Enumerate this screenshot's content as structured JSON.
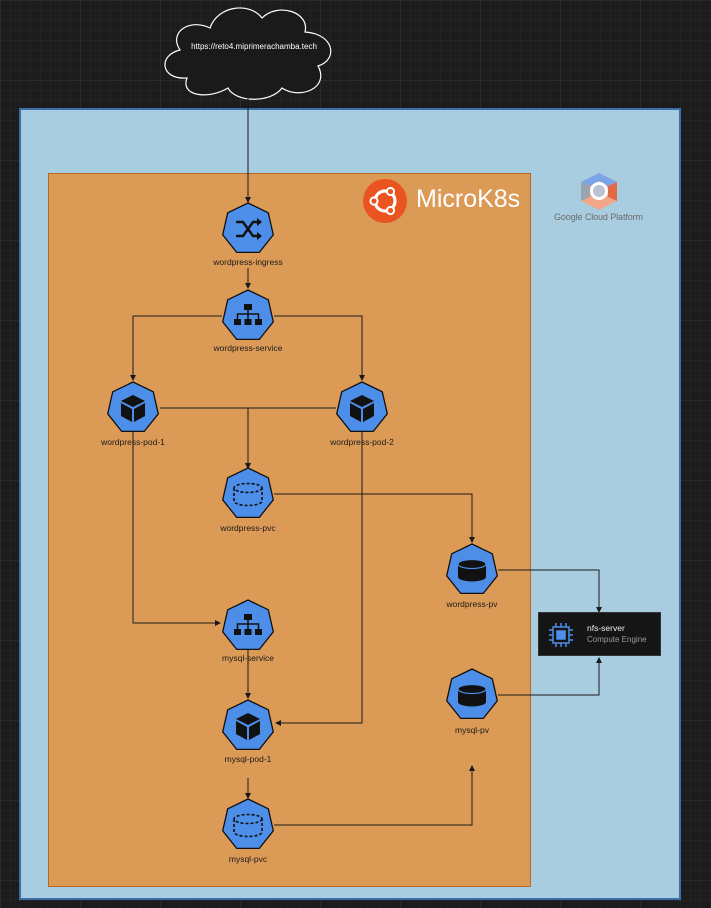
{
  "cloud": {
    "url": "https://reto4.miprimerachamba.tech"
  },
  "platform": {
    "name": "Google Cloud Platform"
  },
  "cluster": {
    "title": "MicroK8s"
  },
  "nodes": {
    "wordpress_ingress": "wordpress-ingress",
    "wordpress_service": "wordpress-service",
    "wordpress_pod_1": "wordpress-pod-1",
    "wordpress_pod_2": "wordpress-pod-2",
    "wordpress_pvc": "wordpress-pvc",
    "wordpress_pv": "wordpress-pv",
    "mysql_service": "mysql-service",
    "mysql_pod_1": "mysql-pod-1",
    "mysql_pvc": "mysql-pvc",
    "mysql_pv": "mysql-pv"
  },
  "nfs_server": {
    "name": "nfs-server",
    "type": "Compute Engine"
  },
  "colors": {
    "gcp_region": "#a9cde0",
    "k8s_region": "#dc9a57",
    "k8s_node": "#4d8ee8",
    "ubuntu_orange": "#e95420"
  }
}
